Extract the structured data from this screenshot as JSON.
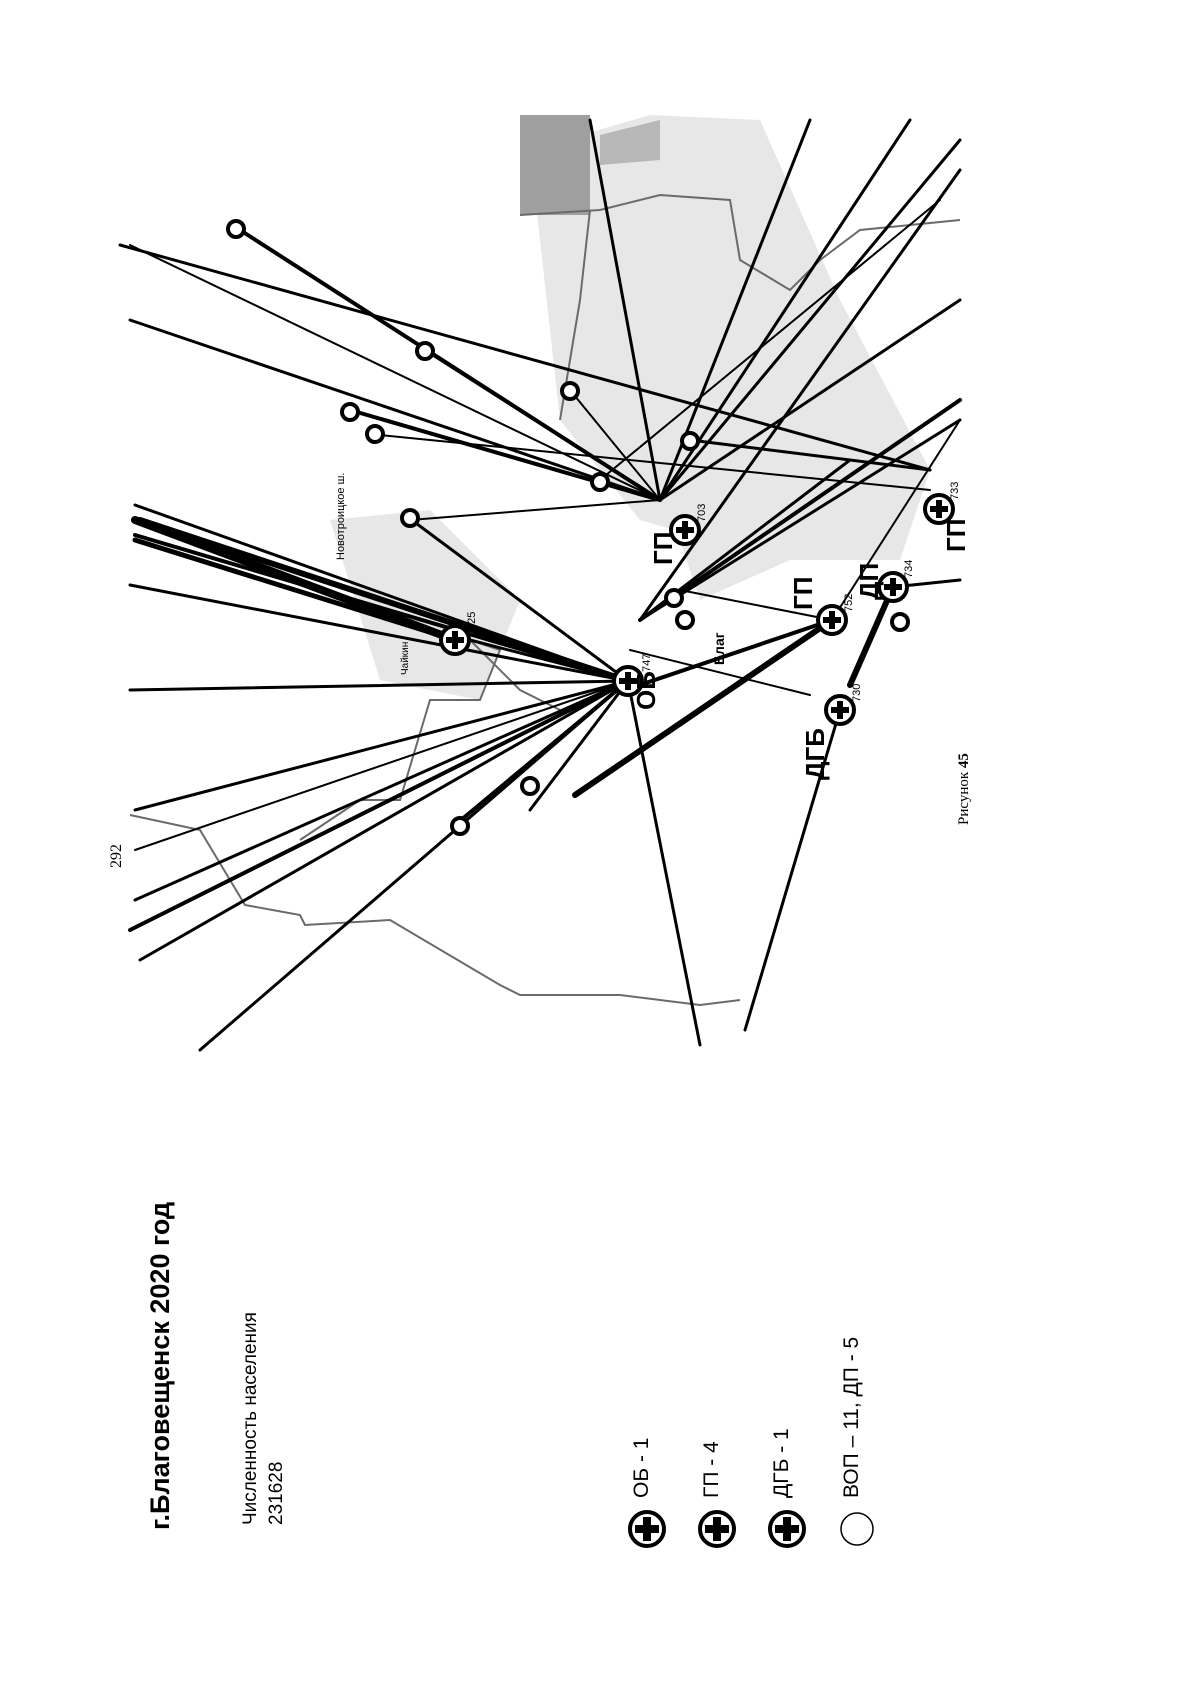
{
  "page_number": "292",
  "title": "г.Благовещенск 2020 год",
  "population": {
    "label": "Численность населения",
    "value": "231628"
  },
  "legend": [
    {
      "icon": "hospital-cross-icon",
      "label": "ОБ - 1"
    },
    {
      "icon": "hospital-cross-icon",
      "label": "ГП - 4"
    },
    {
      "icon": "hospital-cross-icon",
      "label": "ДГБ - 1"
    },
    {
      "icon": "empty-circle-icon",
      "label": "ВОП – 11, ДП - 5"
    }
  ],
  "figure_caption": {
    "prefix": "Рисунок",
    "number": "45"
  },
  "map": {
    "street_labels": [
      "Новотроицкое ш.",
      "Чайкин",
      "Благ"
    ],
    "facilities": [
      {
        "type": "ОБ",
        "code": "747"
      },
      {
        "type": "",
        "code": "725"
      },
      {
        "type": "ГП",
        "code": "703"
      },
      {
        "type": "ГП",
        "code": "752"
      },
      {
        "type": "ДП",
        "code": "734"
      },
      {
        "type": "ГП",
        "code": "733"
      },
      {
        "type": "ДГБ",
        "code": "730"
      }
    ],
    "colors": {
      "roads": "#000000",
      "river": "#6a6a6a",
      "built_area": "#dddddd"
    }
  }
}
